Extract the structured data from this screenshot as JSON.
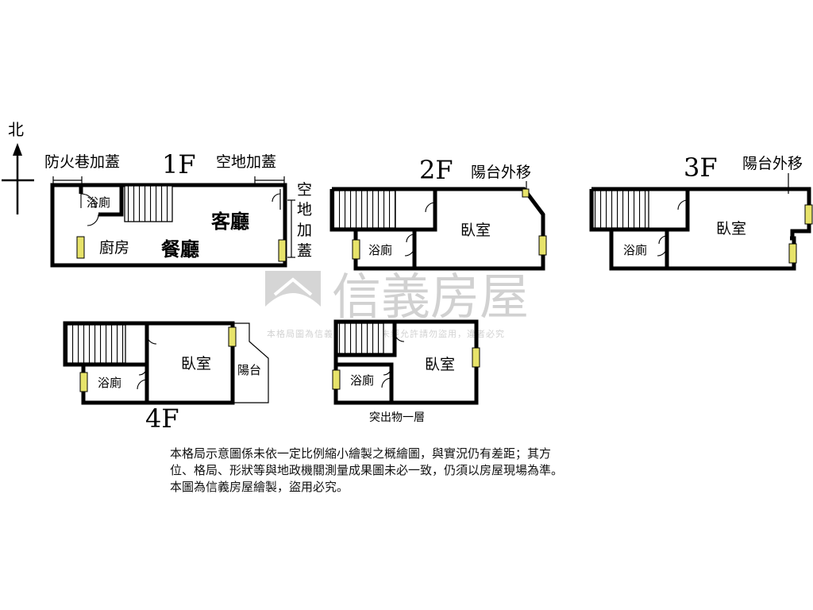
{
  "compass": {
    "label": "北"
  },
  "floor1": {
    "title": "1F",
    "label_left_ext": "防火巷加蓋",
    "label_right_ext": "空地加蓋",
    "label_side_ext": [
      "空",
      "地",
      "加",
      "蓋"
    ],
    "rooms": {
      "bath": "浴廁",
      "living": "客廳",
      "kitchen": "廚房",
      "dining": "餐廳"
    }
  },
  "floor2": {
    "title": "2F",
    "balcony_note": "陽台外移",
    "rooms": {
      "bedroom": "臥室",
      "bath": "浴廁"
    }
  },
  "floor3": {
    "title": "3F",
    "balcony_note": "陽台外移",
    "rooms": {
      "bedroom": "臥室",
      "bath": "浴廁"
    }
  },
  "floor4": {
    "title": "4F",
    "rooms": {
      "bedroom": "臥室",
      "bath": "浴廁",
      "balcony": "陽台"
    }
  },
  "rooftop": {
    "title": "突出物一層",
    "rooms": {
      "bedroom": "臥室",
      "bath": "浴廁"
    }
  },
  "watermark": {
    "brand": "信義房屋",
    "notice": "本格局圖為信義房屋繪製，未經允許請勿盜用，違者必究"
  },
  "disclaimer": [
    "本格局示意圖係未依一定比例縮小繪製之概繪圖，與實況仍有差距；其方",
    "位、格局、形狀等與地政機關測量成果圖未必一致，仍須以房屋現場為準。",
    "本圖為信義房屋繪製，盜用必究。"
  ]
}
